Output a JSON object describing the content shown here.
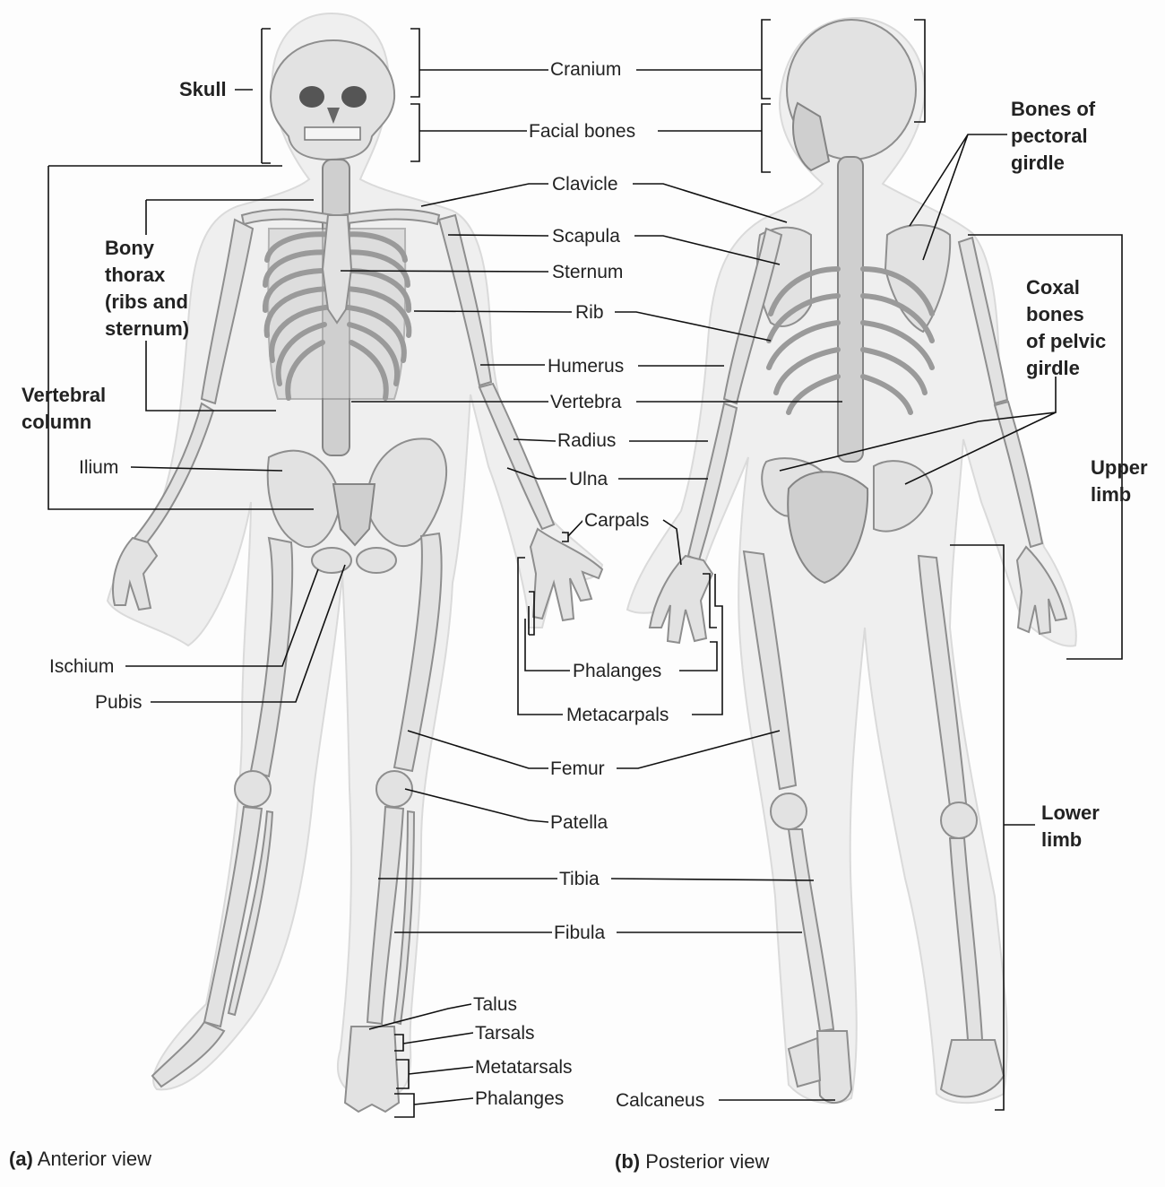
{
  "labels": {
    "skull": "Skull",
    "cranium": "Cranium",
    "facial_bones": "Facial bones",
    "clavicle": "Clavicle",
    "scapula": "Scapula",
    "sternum": "Sternum",
    "rib": "Rib",
    "humerus": "Humerus",
    "vertebra": "Vertebra",
    "radius": "Radius",
    "ulna": "Ulna",
    "carpals": "Carpals",
    "phalanges_hand": "Phalanges",
    "metacarpals": "Metacarpals",
    "femur": "Femur",
    "patella": "Patella",
    "tibia": "Tibia",
    "fibula": "Fibula",
    "talus": "Talus",
    "tarsals": "Tarsals",
    "metatarsals": "Metatarsals",
    "phalanges_foot": "Phalanges",
    "calcaneus": "Calcaneus",
    "ilium": "Ilium",
    "ischium": "Ischium",
    "pubis": "Pubis",
    "bony_thorax": "Bony\nthorax\n(ribs and\nsternum)",
    "vertebral_column": "Vertebral\ncolumn",
    "pectoral_girdle": "Bones of\npectoral\ngirdle",
    "pelvic_girdle": "Coxal\nbones\nof pelvic\ngirdle",
    "upper_limb": "Upper\nlimb",
    "lower_limb": "Lower\nlimb"
  },
  "captions": {
    "a_letter": "(a)",
    "a_text": "Anterior view",
    "b_letter": "(b)",
    "b_text": "Posterior view"
  },
  "colors": {
    "bone": "#e2e2e2",
    "bone_shadow": "#9a9a9a",
    "silhouette": "#efefef",
    "line": "#111111"
  }
}
